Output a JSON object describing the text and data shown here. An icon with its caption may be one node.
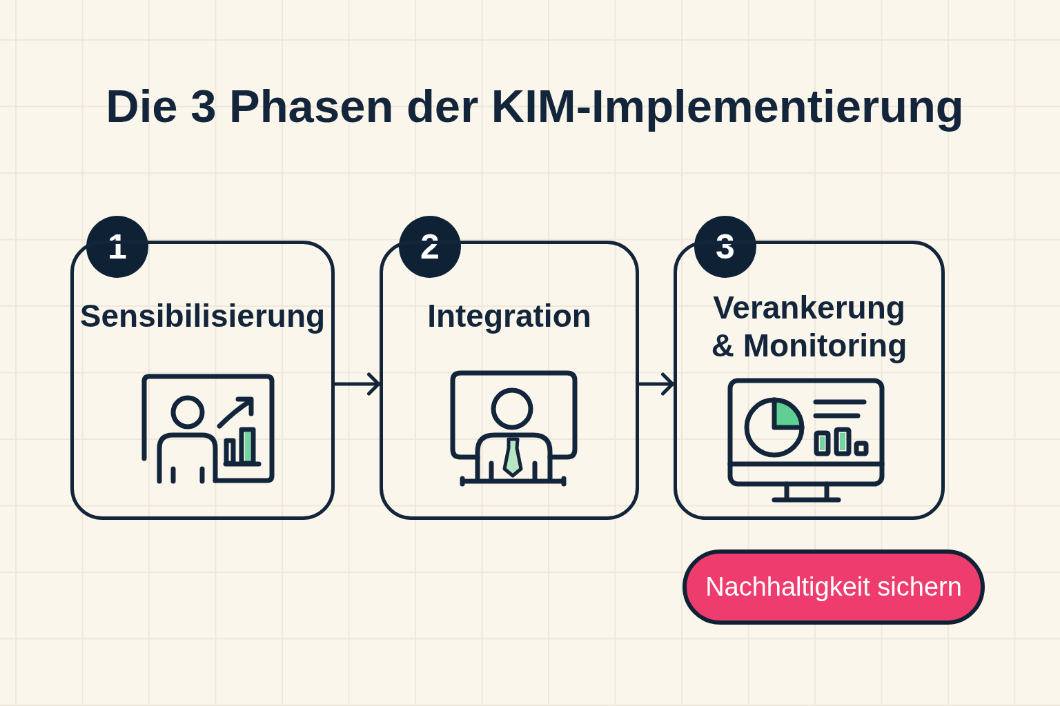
{
  "diagram": {
    "title": "Die 3 Phasen der KIM-Implementierung",
    "nodes": [
      {
        "text": [
          "1"
        ]
      },
      {
        "text": [
          "Sensibilisierung"
        ]
      },
      {
        "text": [
          "2"
        ]
      },
      {
        "text": [
          "Integration"
        ]
      },
      {
        "text": [
          "3"
        ]
      },
      {
        "text": [
          "Verankerung & Monitoring"
        ]
      },
      {
        "text": [
          "Nachhaltigkeit sichern"
        ]
      }
    ],
    "edges": [
      {
        "from": 1,
        "to": 3,
        "arrow": "to"
      },
      {
        "from": 3,
        "to": 5,
        "arrow": "to"
      }
    ]
  }
}
